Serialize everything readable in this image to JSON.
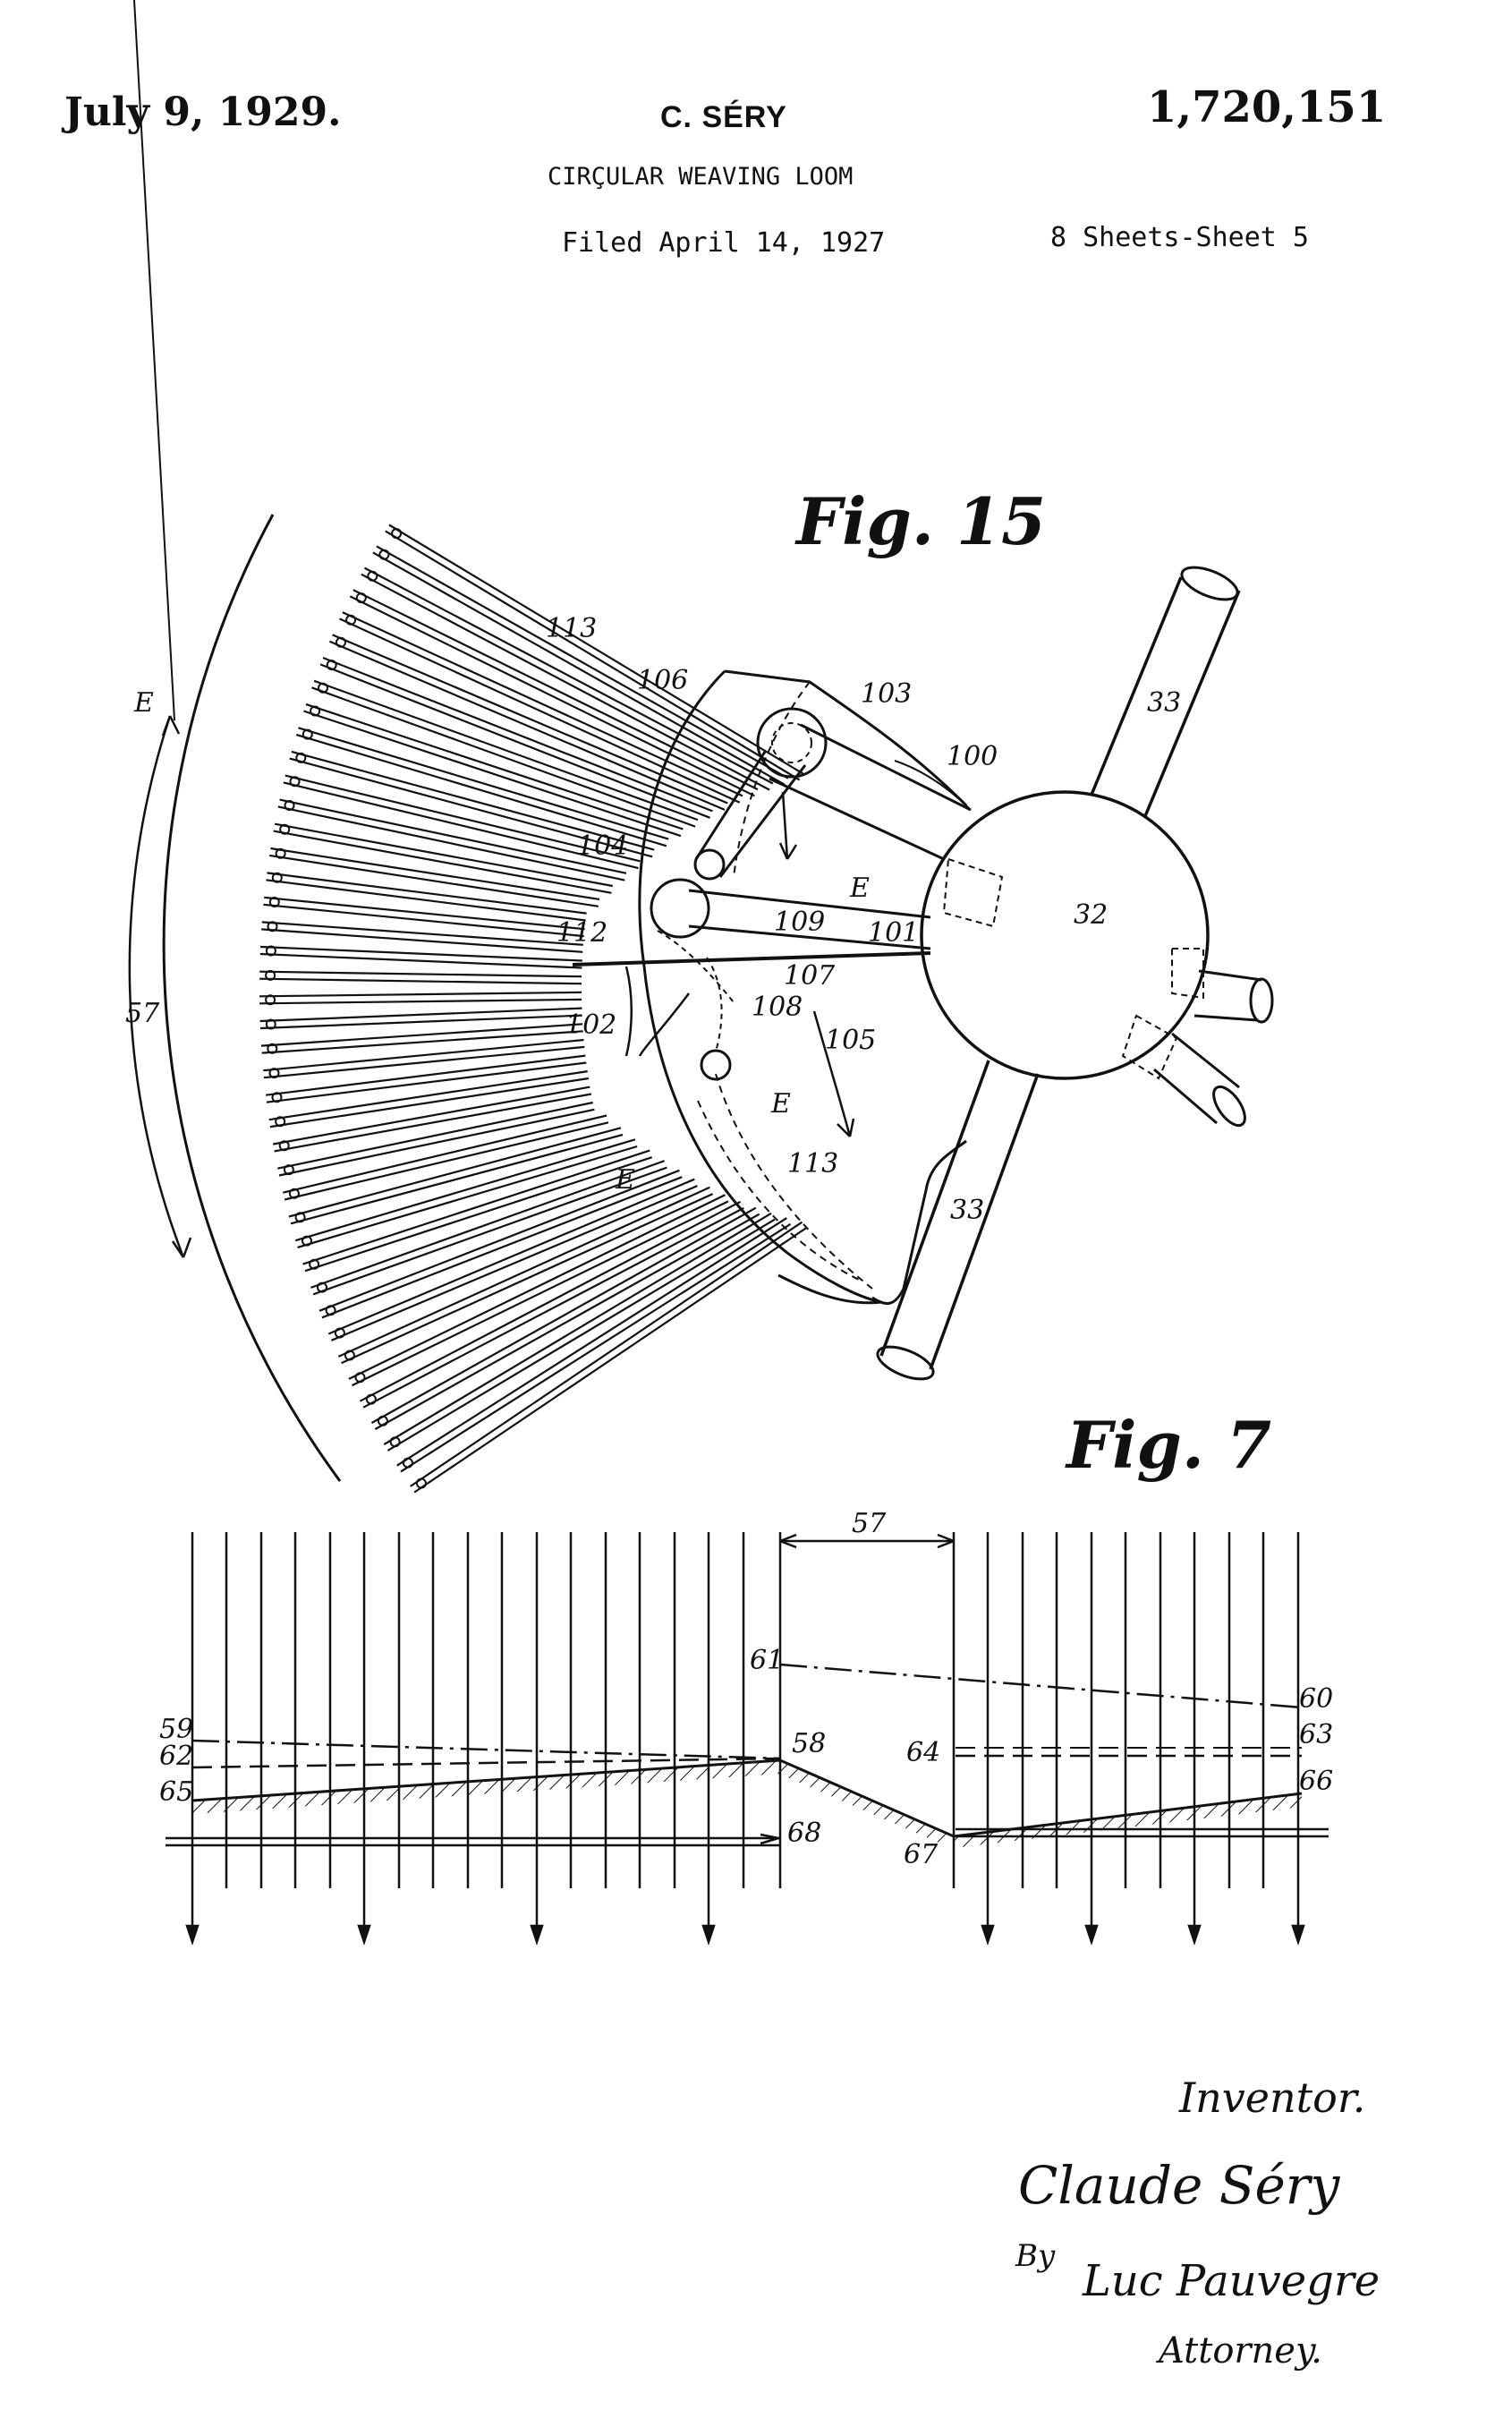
{
  "header": {
    "date": "July 9, 1929.",
    "inventor": "C. SÉRY",
    "patent_number": "1,720,151",
    "title": "CIRÇULAR WEAVING LOOM",
    "filed": "Filed April 14, 1927",
    "sheets": "8 Sheets-Sheet  5"
  },
  "fig15": {
    "caption": "Fig. 15",
    "labels": {
      "l113a": "113",
      "l113b": "113",
      "l106": "106",
      "l103": "103",
      "l100": "100",
      "l33a": "33",
      "l33b": "33",
      "l32": "32",
      "lEa": "E",
      "lEb": "E",
      "lEc": "E",
      "lEd": "E",
      "l104": "104",
      "l109": "109",
      "l101": "101",
      "l112": "112",
      "l107": "107",
      "l108": "108",
      "l102": "102",
      "l105": "105",
      "l57": "57"
    }
  },
  "fig7": {
    "caption": "Fig. 7",
    "labels": {
      "l57": "57",
      "l61": "61",
      "l60": "60",
      "l59": "59",
      "l62": "62",
      "l65": "65",
      "l58": "58",
      "l64": "64",
      "l63": "63",
      "l66": "66",
      "l68": "68",
      "l67": "67"
    }
  },
  "signature": {
    "inventor_label": "Inventor.",
    "name": "Claude Séry",
    "by": "By",
    "attorney_sig": "Luc Pauvegre",
    "attorney_label": "Attorney."
  }
}
